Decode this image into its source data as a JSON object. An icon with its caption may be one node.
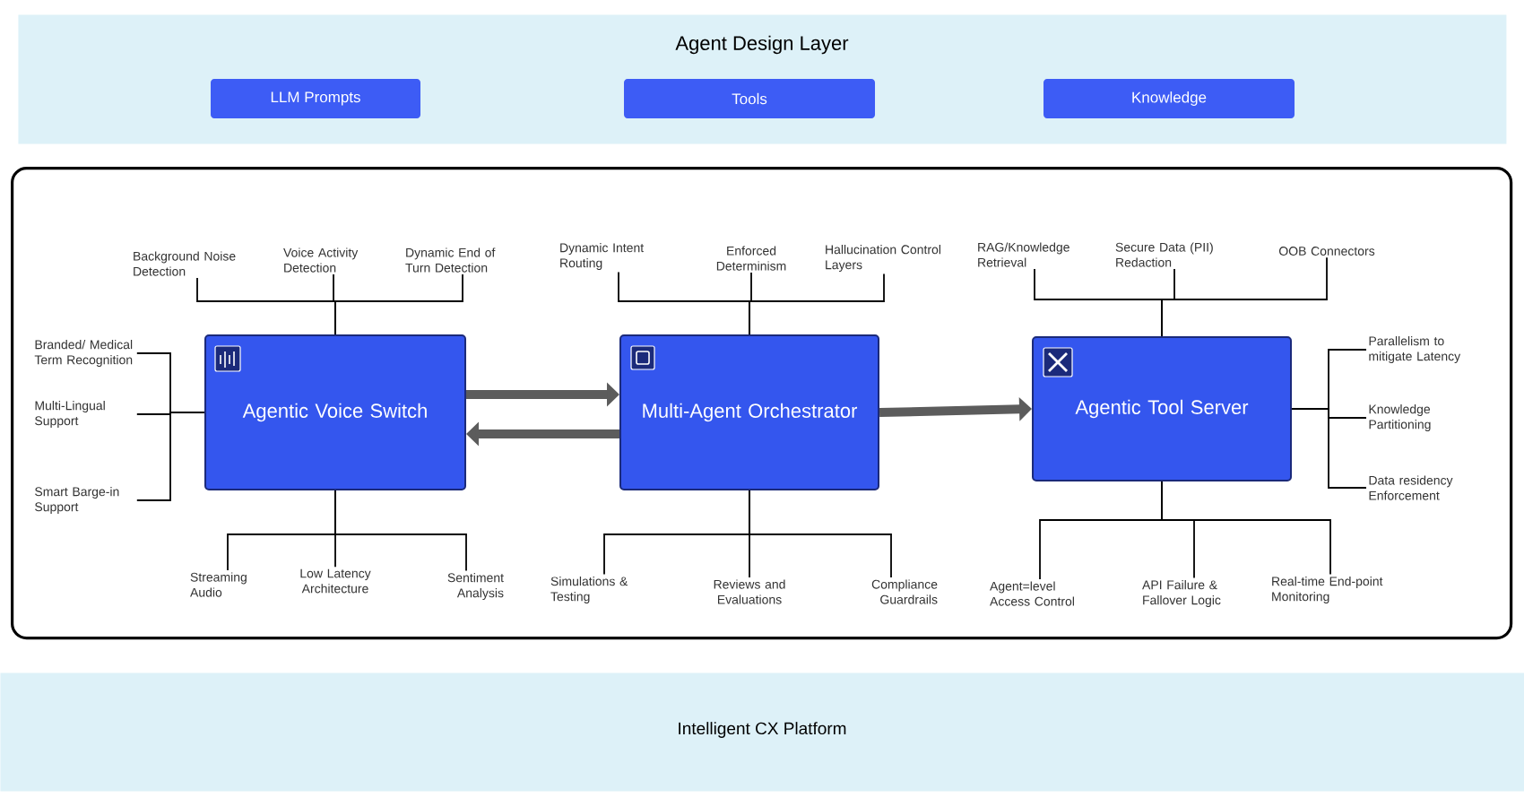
{
  "diagram": {
    "nodes": [
      {
        "text": [
          "Agent Design Layer"
        ]
      },
      {
        "text": [
          "LLM Prompts"
        ],
        "in": 0
      },
      {
        "text": [
          "Tools"
        ],
        "in": 0
      },
      {
        "text": [
          "Knowledge"
        ],
        "in": 0
      },
      {
        "text": [],
        "shape": "box"
      },
      {
        "text": [
          "Agentic Voice Switch"
        ],
        "in": 4
      },
      {
        "text": [
          "Multi-Agent Orchestrator"
        ],
        "in": 4
      },
      {
        "text": [
          "Agentic Tool Server"
        ],
        "in": 4
      },
      {
        "text": [
          "Background Noise Detection"
        ],
        "in": 4
      },
      {
        "text": [
          "Voice Activity Detection"
        ],
        "in": 4
      },
      {
        "text": [
          "Dynamic End of Turn Detection"
        ],
        "in": 4
      },
      {
        "text": [
          "Branded/ Medical Term Recognition"
        ],
        "in": 4
      },
      {
        "text": [
          "Multi-Lingual Support"
        ],
        "in": 4
      },
      {
        "text": [
          "Smart Barge-in Support"
        ],
        "in": 4
      },
      {
        "text": [
          "Streaming Audio"
        ],
        "in": 4
      },
      {
        "text": [
          "Low Latency Architecture"
        ],
        "in": 4
      },
      {
        "text": [
          "Sentiment Analysis"
        ],
        "in": 4
      },
      {
        "text": [
          "Dynamic Intent Routing"
        ],
        "in": 4
      },
      {
        "text": [
          "Enforced Determinism"
        ],
        "in": 4
      },
      {
        "text": [
          "Hallucination Control Layers"
        ],
        "in": 4
      },
      {
        "text": [
          "Simulations & Testing"
        ],
        "in": 4
      },
      {
        "text": [
          "Reviews and Evaluations"
        ],
        "in": 4
      },
      {
        "text": [
          "Compliance Guardrails"
        ],
        "in": 4
      },
      {
        "text": [
          "RAG/Knowledge Retrieval"
        ],
        "in": 4
      },
      {
        "text": [
          "Secure Data (PII) Redaction"
        ],
        "in": 4
      },
      {
        "text": [
          "OOB Connectors"
        ],
        "in": 4
      },
      {
        "text": [
          "Parallelism to mitigate Latency"
        ],
        "in": 4
      },
      {
        "text": [
          "Knowledge Partitioning"
        ],
        "in": 4
      },
      {
        "text": [
          "Data residency Enforcement"
        ],
        "in": 4
      },
      {
        "text": [
          "Agent=level Access Control"
        ],
        "in": 4
      },
      {
        "text": [
          "API Failure & Fallover Logic"
        ],
        "in": 4
      },
      {
        "text": [
          "Real-time End-point Monitoring"
        ],
        "in": 4
      },
      {
        "text": [
          "Intelligent CX Platform"
        ]
      }
    ],
    "edges": [
      {
        "from": 5,
        "to": 6,
        "arrow": "to",
        "style": "thick",
        "color": "#5c5c5c"
      },
      {
        "from": 6,
        "to": 5,
        "arrow": "to",
        "style": "thick",
        "color": "#5c5c5c"
      },
      {
        "from": 6,
        "to": 7,
        "arrow": "to",
        "style": "thick",
        "color": "#5c5c5c"
      },
      {
        "from": 5,
        "to": 8,
        "arrow": "none"
      },
      {
        "from": 5,
        "to": 9,
        "arrow": "none"
      },
      {
        "from": 5,
        "to": 10,
        "arrow": "none"
      },
      {
        "from": 5,
        "to": 11,
        "arrow": "none"
      },
      {
        "from": 5,
        "to": 12,
        "arrow": "none"
      },
      {
        "from": 5,
        "to": 13,
        "arrow": "none"
      },
      {
        "from": 5,
        "to": 14,
        "arrow": "none"
      },
      {
        "from": 5,
        "to": 15,
        "arrow": "none"
      },
      {
        "from": 5,
        "to": 16,
        "arrow": "none"
      },
      {
        "from": 6,
        "to": 17,
        "arrow": "none"
      },
      {
        "from": 6,
        "to": 18,
        "arrow": "none"
      },
      {
        "from": 6,
        "to": 19,
        "arrow": "none"
      },
      {
        "from": 6,
        "to": 20,
        "arrow": "none"
      },
      {
        "from": 6,
        "to": 21,
        "arrow": "none"
      },
      {
        "from": 6,
        "to": 22,
        "arrow": "none"
      },
      {
        "from": 7,
        "to": 23,
        "arrow": "none"
      },
      {
        "from": 7,
        "to": 24,
        "arrow": "none"
      },
      {
        "from": 7,
        "to": 25,
        "arrow": "none"
      },
      {
        "from": 7,
        "to": 26,
        "arrow": "none"
      },
      {
        "from": 7,
        "to": 27,
        "arrow": "none"
      },
      {
        "from": 7,
        "to": 28,
        "arrow": "none"
      },
      {
        "from": 7,
        "to": 29,
        "arrow": "none"
      },
      {
        "from": 7,
        "to": 30,
        "arrow": "none"
      },
      {
        "from": 7,
        "to": 31,
        "arrow": "none"
      }
    ]
  }
}
